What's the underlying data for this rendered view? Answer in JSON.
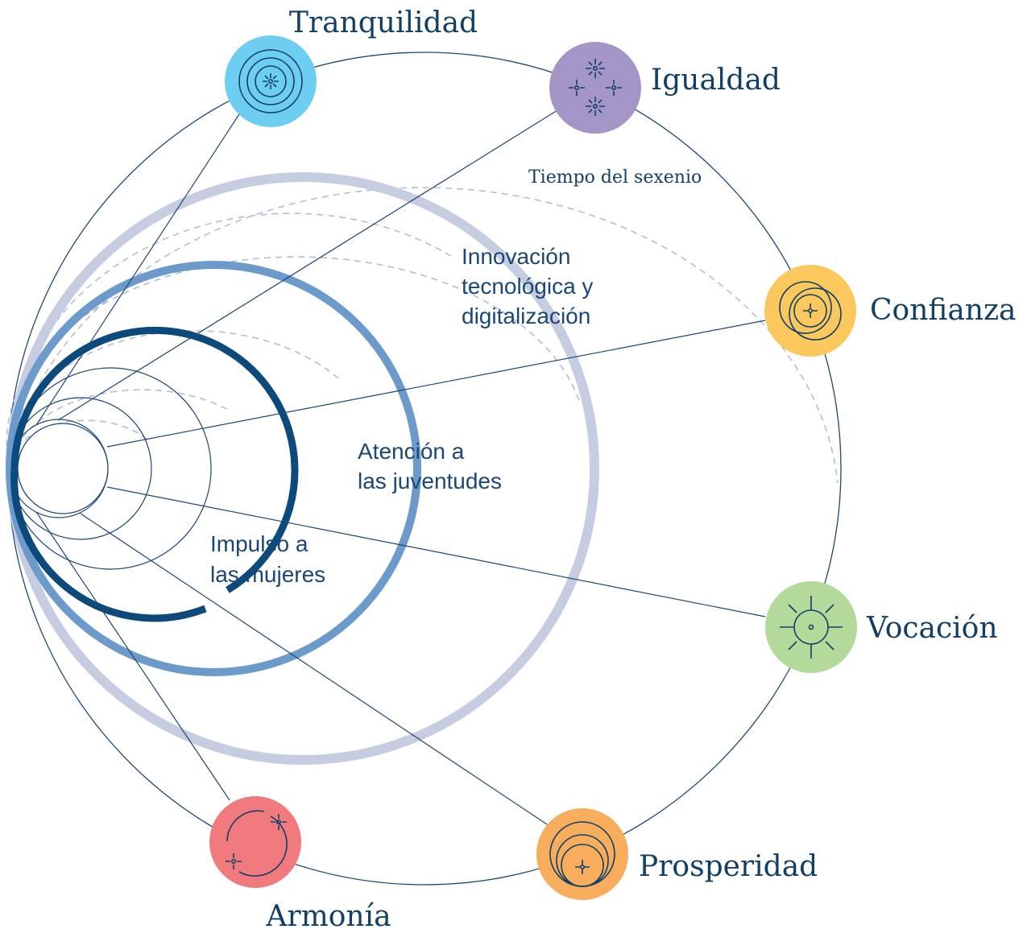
{
  "diagram": {
    "values": [
      {
        "id": "tranquilidad",
        "label": "Tranquilidad",
        "color": "#6ecef2",
        "icon": "concentric-circles-star-icon"
      },
      {
        "id": "igualdad",
        "label": "Igualdad",
        "color": "#a396c6",
        "icon": "four-stars-icon"
      },
      {
        "id": "confianza",
        "label": "Confianza",
        "color": "#fbc85d",
        "icon": "overlapping-circles-star-icon"
      },
      {
        "id": "vocacion",
        "label": "Vocación",
        "color": "#b3da9a",
        "icon": "radiating-star-icon"
      },
      {
        "id": "prosperidad",
        "label": "Prosperidad",
        "color": "#f8ad5c",
        "icon": "nested-circles-star-icon"
      },
      {
        "id": "armonia",
        "label": "Armonía",
        "color": "#f07a7d",
        "icon": "orbit-stars-icon"
      }
    ],
    "rings": {
      "time_label": "Tiempo del sexenio",
      "innovation": {
        "line1": "Innovación",
        "line2": "tecnológica y",
        "line3": "digitalización",
        "color": "#c6cde0"
      },
      "youth": {
        "line1": "Atención a",
        "line2": "las juventudes",
        "color": "#6b9acb"
      },
      "women": {
        "line1": "Impulso a",
        "line2": "las mujeres",
        "color": "#0d4a7c"
      }
    },
    "colors": {
      "line": "#1b4775",
      "dashed": "#b5bdd4"
    }
  }
}
